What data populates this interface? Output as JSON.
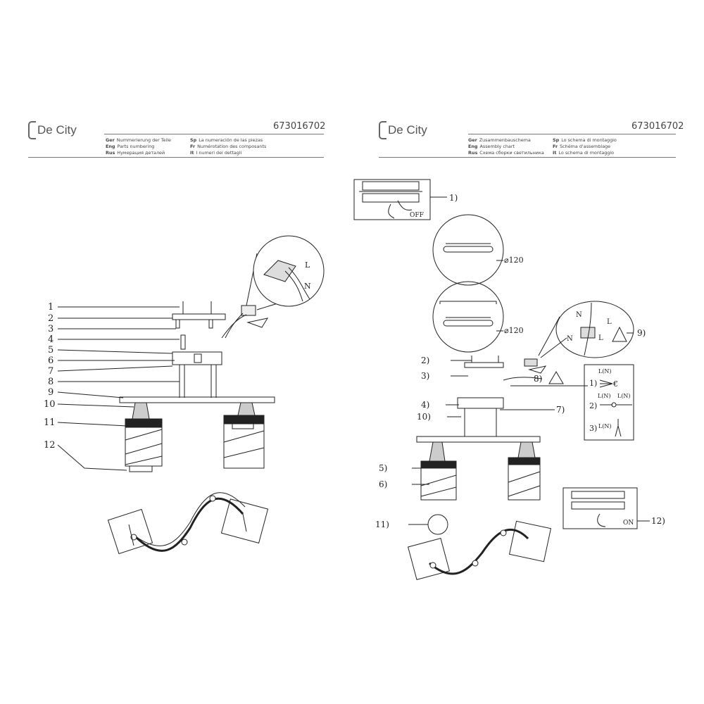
{
  "left": {
    "brand": "De City",
    "code": "673016702",
    "titles": [
      {
        "lang": "Ger",
        "text": "Nummerierung der Teile"
      },
      {
        "lang": "Sp",
        "text": "La numeración de las piezas"
      },
      {
        "lang": "Eng",
        "text": "Parts numbering"
      },
      {
        "lang": "Fr",
        "text": "Numérotation des composants"
      },
      {
        "lang": "Rus",
        "text": "Нумерация деталей"
      },
      {
        "lang": "It",
        "text": "I numeri dei dettagli"
      }
    ],
    "parts": [
      "1",
      "2",
      "3",
      "4",
      "5",
      "6",
      "7",
      "8",
      "9",
      "10",
      "11",
      "12"
    ],
    "wire_labels": {
      "l": "L",
      "n": "N"
    }
  },
  "right": {
    "brand": "De City",
    "code": "673016702",
    "titles": [
      {
        "lang": "Ger",
        "text": "Zusammenbauschema"
      },
      {
        "lang": "Sp",
        "text": "Lo schema di montaggio"
      },
      {
        "lang": "Eng",
        "text": "Assembly chart"
      },
      {
        "lang": "Fr",
        "text": "Schéma d'assemblage"
      },
      {
        "lang": "Rus",
        "text": "Схема сборки светильника"
      },
      {
        "lang": "It",
        "text": "Lo schema di montaggio"
      }
    ],
    "steps": {
      "s1": "1)",
      "s2": "2)",
      "s3": "3)",
      "s4": "4)",
      "s5": "5)",
      "s6": "6)",
      "s7": "7)",
      "s8": "8)",
      "s9": "9)",
      "s10": "10)",
      "s11": "11)",
      "s12": "12)"
    },
    "off": "OFF",
    "on": "ON",
    "diameter1": "⌀120",
    "diameter2": "⌀120",
    "wire": {
      "n1": "N",
      "l1": "L",
      "n2": "N",
      "l2": "L"
    },
    "wiring_box": {
      "o1": "1)",
      "o2": "2)",
      "o3": "3)",
      "ln1": "L(N)",
      "ln2a": "L(N)",
      "ln2b": "L(N)",
      "ln3": "L(N)"
    }
  }
}
